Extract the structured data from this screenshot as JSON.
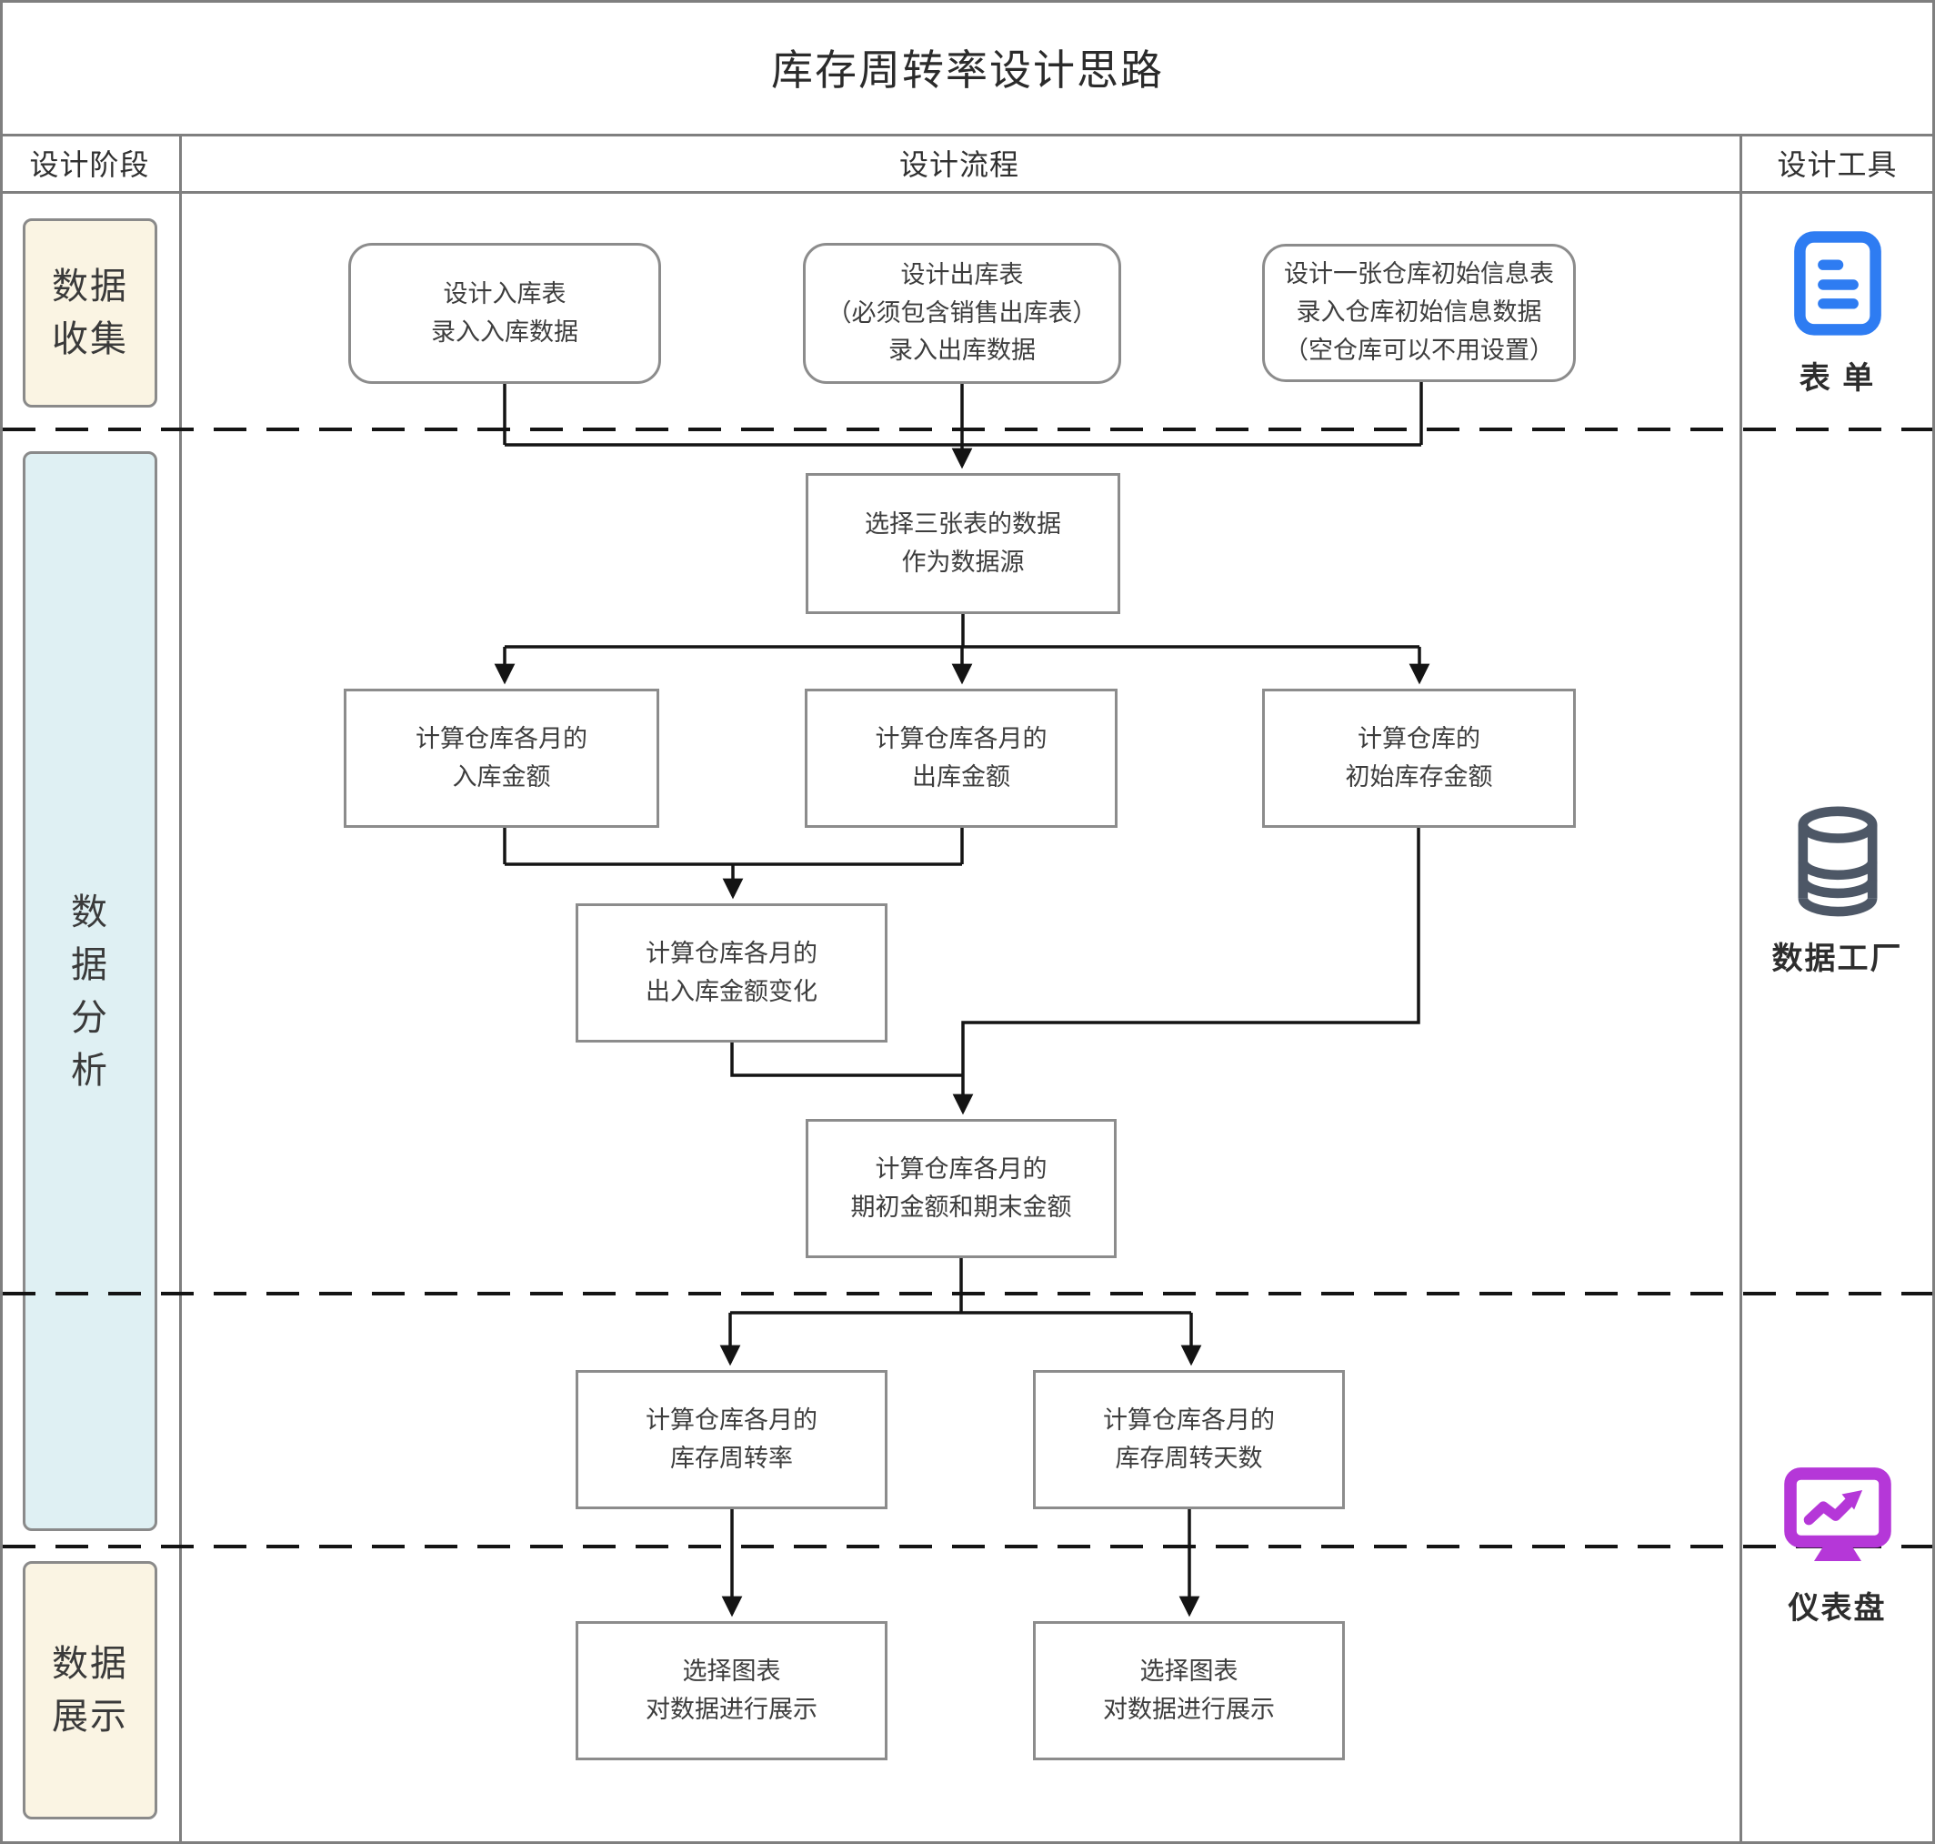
{
  "title": "库存周转率设计思路",
  "header": {
    "phase": "设计阶段",
    "process": "设计流程",
    "tools": "设计工具"
  },
  "lanes": {
    "phases": [
      {
        "id": "collect",
        "label": "数据\n收集"
      },
      {
        "id": "analyze",
        "label": "数\n据\n分\n析"
      },
      {
        "id": "display",
        "label": "数据\n展示"
      }
    ]
  },
  "tools": [
    {
      "id": "form",
      "label": "表 单",
      "icon": "form-icon",
      "color": "#2e7cf2"
    },
    {
      "id": "data-factory",
      "label": "数据工厂",
      "icon": "database-icon",
      "color": "#4d5766"
    },
    {
      "id": "dashboard",
      "label": "仪表盘",
      "icon": "dashboard-icon",
      "color": "#b537d8"
    }
  ],
  "nodes": {
    "design_inbound": "设计入库表\n录入入库数据",
    "design_outbound": "设计出库表\n（必须包含销售出库表）\n录入出库数据",
    "design_initial_info": "设计一张仓库初始信息表\n录入仓库初始信息数据\n（空仓库可以不用设置）",
    "select_source": "选择三张表的数据\n作为数据源",
    "calc_inbound_amount": "计算仓库各月的\n入库金额",
    "calc_outbound_amount": "计算仓库各月的\n出库金额",
    "calc_initial_amount": "计算仓库的\n初始库存金额",
    "calc_amount_change": "计算仓库各月的\n出入库金额变化",
    "calc_period_amounts": "计算仓库各月的\n期初金额和期末金额",
    "calc_turnover_rate": "计算仓库各月的\n库存周转率",
    "calc_turnover_days": "计算仓库各月的\n库存周转天数",
    "chart_show_rate": "选择图表\n对数据进行展示",
    "chart_show_days": "选择图表\n对数据进行展示"
  },
  "colors": {
    "form_icon": "#2e7cf2",
    "database_icon": "#4d5766",
    "dashboard_icon": "#b537d8",
    "phase_collect_fill": "#faf4e3",
    "phase_analyze_fill": "#dff0f3",
    "grid_line": "#7f7f7f",
    "connector": "#141414",
    "node_border": "#8c8c8c"
  }
}
